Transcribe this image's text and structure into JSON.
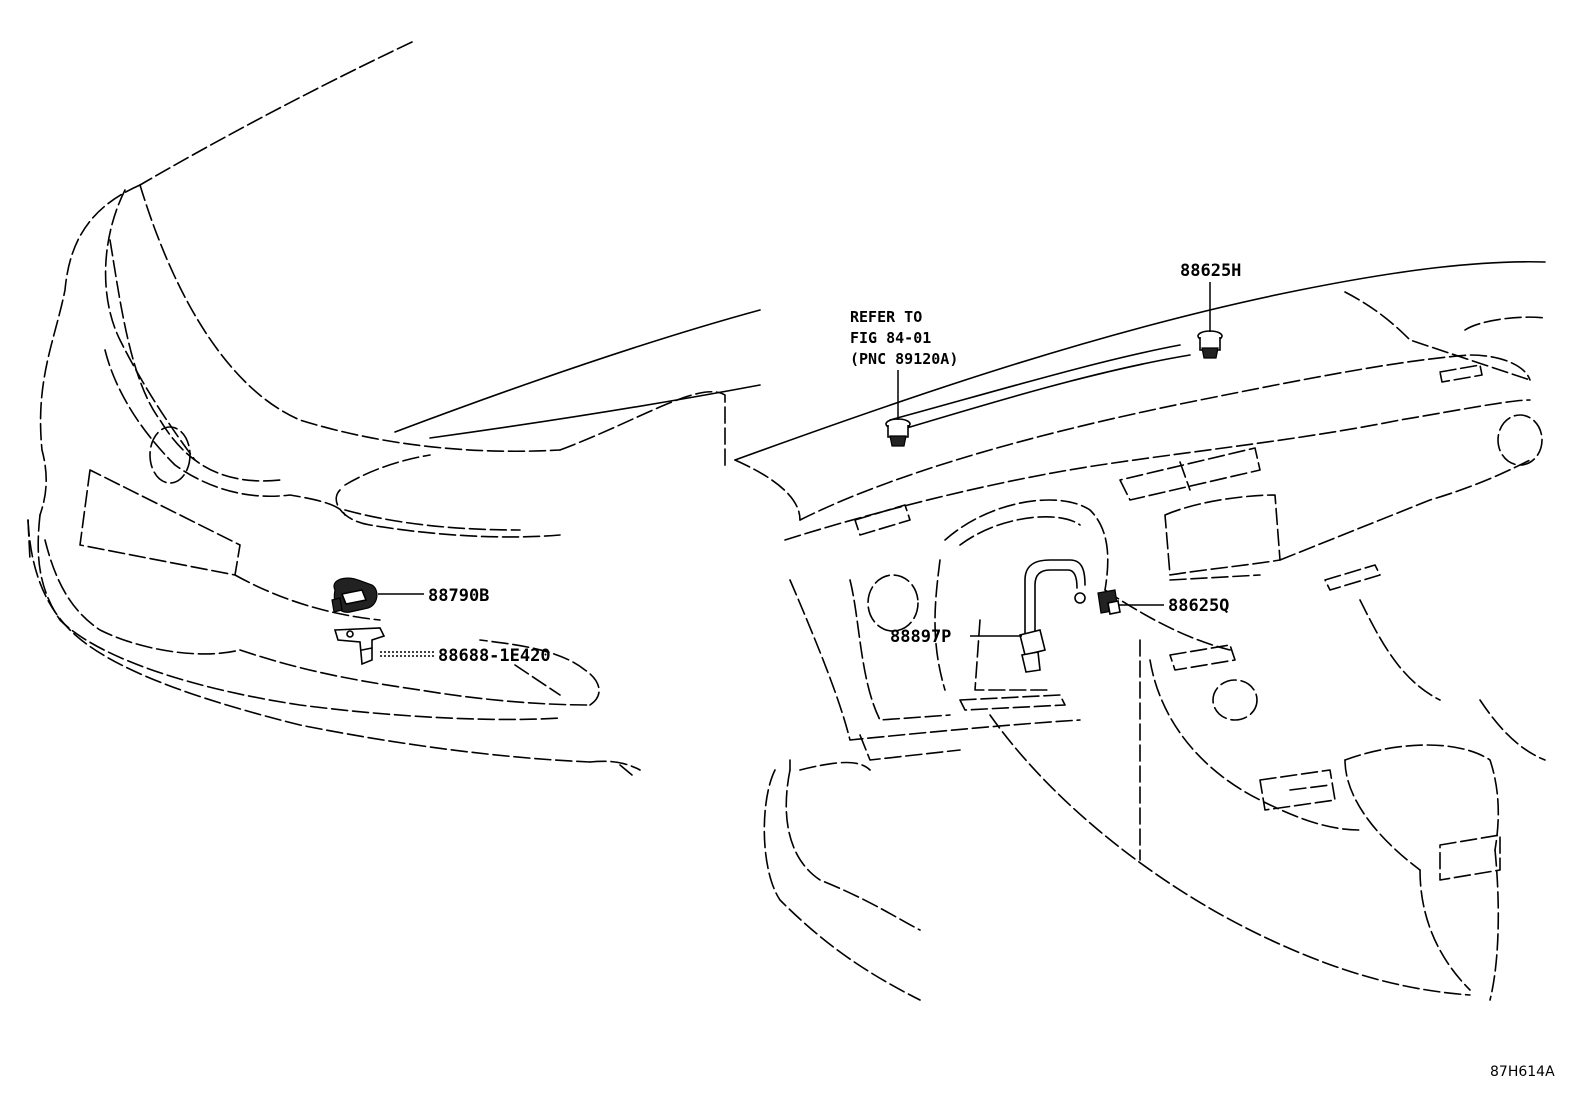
{
  "diagram": {
    "figure_id": "87H614A",
    "reference_note": {
      "line1": "REFER TO",
      "line2": "FIG 84-01",
      "line3": "(PNC 89120A)"
    },
    "callouts": {
      "horn_front": "88790B",
      "bracket_front": "88688-1E420",
      "sensor_top": "88625H",
      "sensor_dash": "88625Q",
      "sensor_steering": "88897P"
    }
  }
}
